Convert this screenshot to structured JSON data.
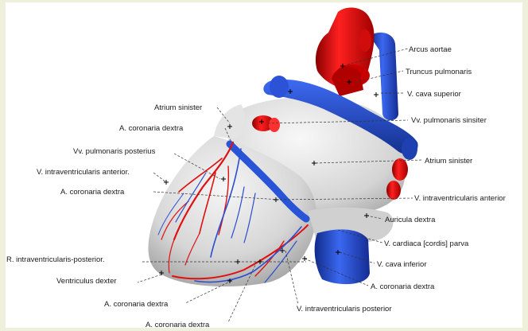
{
  "labels": {
    "arcus_aortae": "Arcus aortae",
    "truncus_pulmonaris": "Truncus pulmonaris",
    "v_cava_superior": "V. cava superior",
    "vv_pulmonaris_sinsiter": "Vv. pulmonaris sinsiter",
    "atrium_sinister_right": "Atrium sinister",
    "v_intraventricularis_anterior_right": "V. intraventricularis anterior",
    "auricula_dextra": "Auricula dextra",
    "v_cardiaca_parva": "V. cardiaca [cordis] parva",
    "v_cava_inferior": "V. cava inferior",
    "a_coronaria_dextra_right": "A. coronaria dextra",
    "v_intraventricularis_posterior": "V. intraventricularis posterior",
    "a_coronaria_dextra_bottom": "A. coronaria dextra",
    "a_coronaria_dextra_lower": "A. coronaria dextra",
    "ventriculus_dexter": "Ventriculus dexter",
    "r_intraventricularis_posterior": "R. intraventricularis-posterior.",
    "a_coronaria_dextra_left": "A. coronaria dextra",
    "v_intraventricularis_anterior_left": "V. intraventricularis anterior.",
    "vv_pulmonaris_posterius": "Vv. pulmonaris posterius",
    "a_coronaria_dextra_top": "A. coronaria dextra",
    "atrium_sinister_top": "Atrium sinister"
  },
  "colors": {
    "artery": "#e01010",
    "vein": "#1f48c8",
    "tissue": "#d9d9d9",
    "background": "#ffffff",
    "outer_border": "#eef0dc"
  }
}
